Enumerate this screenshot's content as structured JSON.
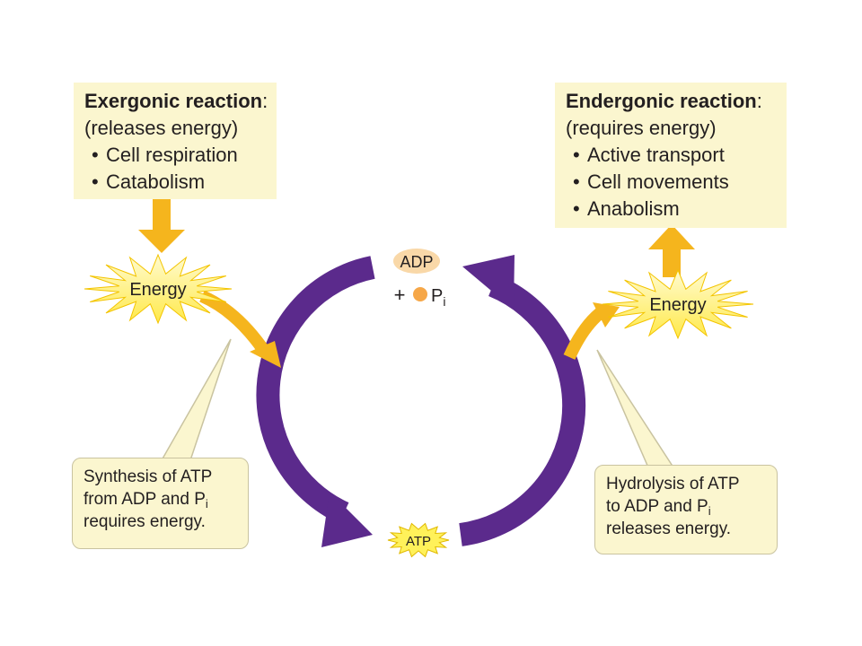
{
  "exergonic": {
    "title": "Exergonic reaction",
    "colon": ":",
    "subtitle": "(releases energy)",
    "items": [
      "Cell respiration",
      "Catabolism"
    ]
  },
  "endergonic": {
    "title": "Endergonic reaction",
    "colon": ":",
    "subtitle": "(requires energy)",
    "items": [
      "Active transport",
      "Cell movements",
      "Anabolism"
    ]
  },
  "energy_left": "Energy",
  "energy_right": "Energy",
  "adp": "ADP",
  "plus": "+",
  "pi": {
    "base": "P",
    "sub": "i"
  },
  "atp": "ATP",
  "synthesis": {
    "line1": "Synthesis of ATP",
    "line2": "from ADP and P",
    "line2_sub": "i",
    "line3": "requires energy."
  },
  "hydrolysis": {
    "line1": "Hydrolysis of ATP",
    "line2": "to ADP and P",
    "line2_sub": "i",
    "line3": "releases energy."
  },
  "colors": {
    "cycle_arrow": "#5b2a8c",
    "energy_arrow": "#f5b51d",
    "starburst": "#fff170",
    "box_fill": "#fbf6cf",
    "adp_fill": "#f9d8a8",
    "phosphate": "#f6a748"
  }
}
